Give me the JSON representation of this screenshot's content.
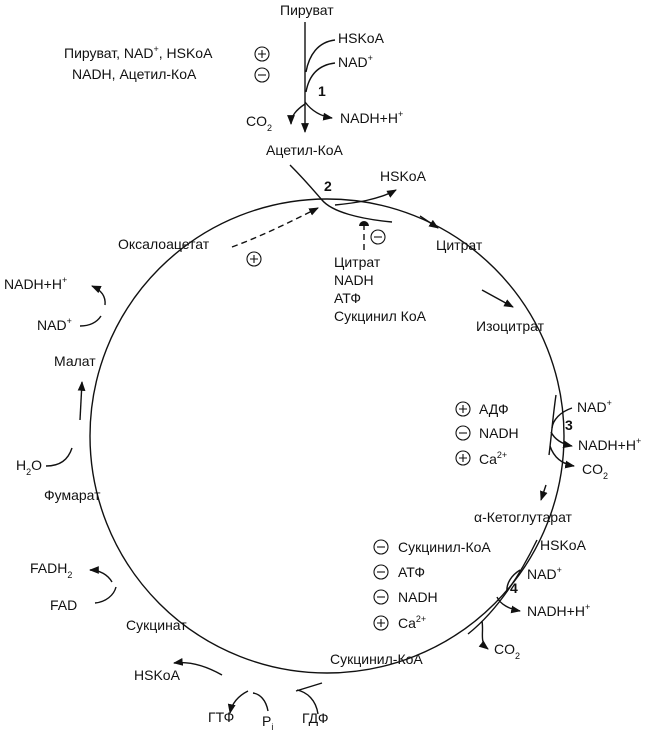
{
  "labels": {
    "pyruvate": "Пируват",
    "acetylcoa": "Ацетил-КоА",
    "citrate": "Цитрат",
    "isocitrate": "Изоцитрат",
    "aketoglutarate": "α-Кетоглутарат",
    "succinylcoa": "Сукцинил-КоА",
    "succinate": "Сукцинат",
    "fumarate": "Фумарат",
    "malate": "Малат",
    "oxaloacetate": "Оксалоацетат"
  },
  "cofactors": {
    "hskoa": "HSKoA",
    "nad": "NAD",
    "nadh_h": "NADH+H",
    "co2": "CO",
    "h2o": "H",
    "fadh2": "FADH",
    "fad": "FAD",
    "gtp": "ГТФ",
    "gdp": "ГДФ",
    "pi": "P"
  },
  "regulators": {
    "r1_pos": "Пируват, NAD",
    "r1_pos_tail": ", HSKoA",
    "r1_neg": "NADH, Ацетил-КоА",
    "r2_pos_target": "Оксалоацетат",
    "r2_neg": [
      "Цитрат",
      "NADH",
      "АТФ",
      "Сукцинил КоА"
    ],
    "r3": [
      {
        "sign": "+",
        "text": "АДФ"
      },
      {
        "sign": "-",
        "text": "NADH"
      },
      {
        "sign": "+",
        "text": "Ca"
      }
    ],
    "r4": [
      {
        "sign": "-",
        "text": "Сукцинил-КоА"
      },
      {
        "sign": "-",
        "text": "АТФ"
      },
      {
        "sign": "-",
        "text": "NADH"
      },
      {
        "sign": "+",
        "text": "Ca"
      }
    ]
  },
  "enzymes": [
    "1",
    "2",
    "3",
    "4"
  ]
}
